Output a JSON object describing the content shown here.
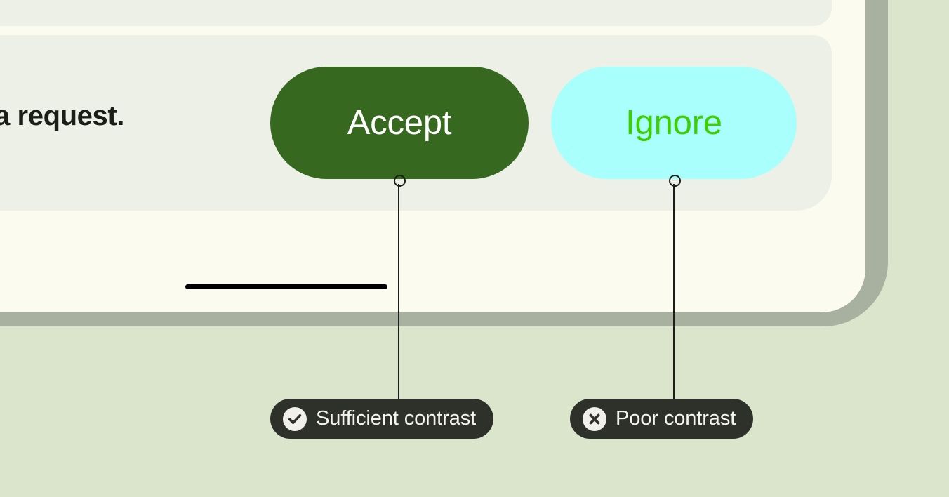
{
  "background_color": "#dae5cb",
  "device": {
    "frame_color": "#a8b1a0",
    "screen_color": "#fcfbf0",
    "home_indicator_color": "#000000"
  },
  "screen": {
    "cards": [
      {
        "name": "card-top",
        "background": "#edf0e6",
        "text": ""
      },
      {
        "name": "card-bottom",
        "background": "#edf0e6",
        "text": "a request."
      }
    ],
    "message_text": "a request.",
    "message_color": "#1b1e17",
    "buttons": [
      {
        "label": "Accept",
        "background": "#36691f",
        "text_color": "#ffffff"
      },
      {
        "label": "Ignore",
        "background": "#a8fffc",
        "text_color": "#3ecf00"
      }
    ]
  },
  "annotations": [
    {
      "label": "Sufficient contrast",
      "icon": "check-circle-icon",
      "badge_color": "#2e312a",
      "text_color": "#f5f4ec",
      "icon_bg": "#f2f1e9",
      "target": "Accept"
    },
    {
      "label": "Poor contrast",
      "icon": "x-circle-icon",
      "badge_color": "#2e312a",
      "text_color": "#f5f4ec",
      "icon_bg": "#f2f1e9",
      "target": "Ignore"
    }
  ]
}
